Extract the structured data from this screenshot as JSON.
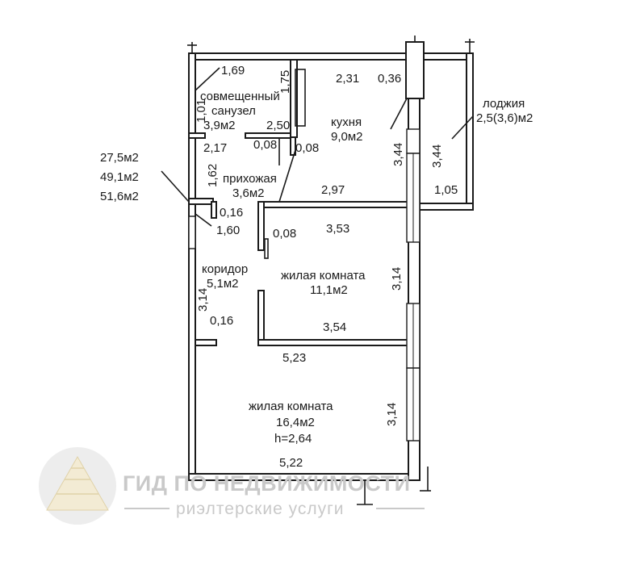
{
  "areas": {
    "living": "27,5м2",
    "total": "49,1м2",
    "total_with_loggia": "51,6м2"
  },
  "rooms": {
    "bathroom_line1": "совмещенный",
    "bathroom_line2": "санузел",
    "bathroom_area": "3,9м2",
    "kitchen": "кухня",
    "kitchen_area": "9,0м2",
    "loggia": "лоджия",
    "loggia_area": "2,5(3,6)м2",
    "hall": "прихожая",
    "hall_area": "3,6м2",
    "corridor": "коридор",
    "corridor_area": "5,1м2",
    "room1": "жилая комната",
    "room1_area": "11,1м2",
    "room2": "жилая комната",
    "room2_area": "16,4м2",
    "ceiling_height": "h=2,64"
  },
  "dims": {
    "d_1_69": "1,69",
    "d_1_75": "1,75",
    "d_1_01": "1,01",
    "d_2_50": "2,50",
    "d_2_17": "2,17",
    "d_0_08_a": "0,08",
    "d_0_08_b": "0,08",
    "d_1_62": "1,62",
    "d_2_31": "2,31",
    "d_0_36": "0,36",
    "d_3_44_a": "3,44",
    "d_3_44_b": "3,44",
    "d_1_05": "1,05",
    "d_2_97": "2,97",
    "d_0_16_a": "0,16",
    "d_1_60": "1,60",
    "d_0_08_c": "0,08",
    "d_3_53": "3,53",
    "d_3_14_a": "3,14",
    "d_3_14_b": "3,14",
    "d_0_16_b": "0,16",
    "d_3_54": "3,54",
    "d_5_23": "5,23",
    "d_3_14_c": "3,14",
    "d_5_22": "5,22"
  },
  "watermark": {
    "name": "ГИД ПО НЕДВИЖИМОСТИ",
    "tagline": "риэлтерские услуги",
    "color": "#c9c9c9"
  }
}
